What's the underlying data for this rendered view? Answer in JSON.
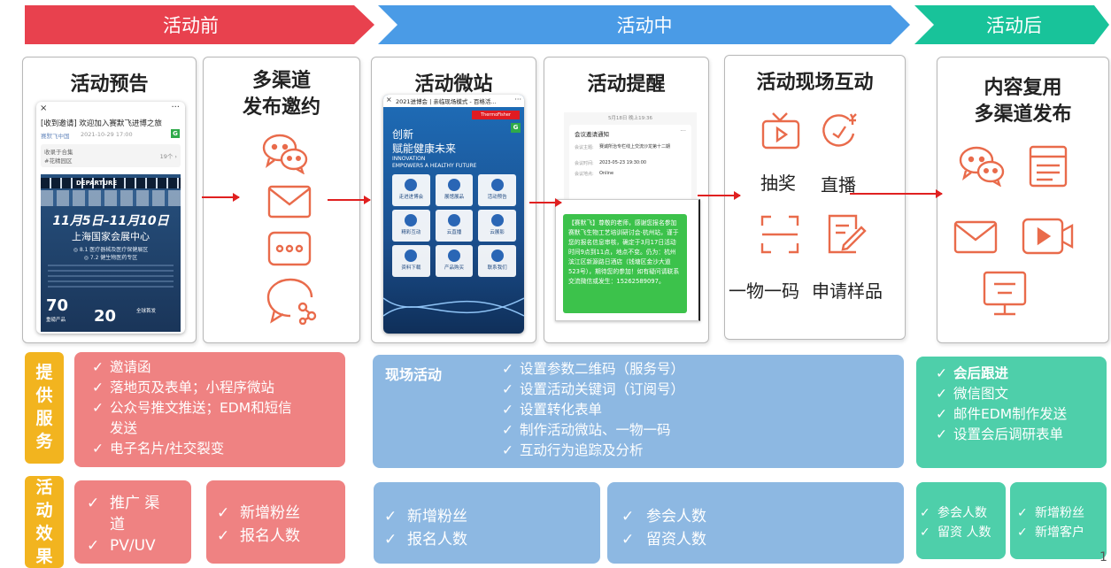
{
  "phases": {
    "before": "活动前",
    "during": "活动中",
    "after": "活动后"
  },
  "colors": {
    "red": "#e8414e",
    "blue": "#4a9be6",
    "green": "#18c39a",
    "icon": "#e96b4b",
    "service_red": "#ef8282",
    "service_blue": "#8db8e2",
    "service_green": "#4ecfaa",
    "label_yellow": "#f2b41f"
  },
  "panels": {
    "preview": {
      "title": "活动预告",
      "mock": {
        "close": "×",
        "more": "···",
        "headline": "[收到邀请] 欢迎加入赛默飞进博之旅",
        "author": "赛默飞中国",
        "date": "2021-10-29 17:00",
        "collection": "收录于合集",
        "tag": "#花精园区",
        "count": "19个 ›",
        "poster_title": "11月5日–11月10日",
        "poster_venue": "上海国家会展中心",
        "booth1": "◎ 8.1 医疗器械及医疗保健展区",
        "booth2": "◎ 7.2 健生物医药专区",
        "stat1": "70",
        "stat1_label": "重磅产品",
        "stat2": "20",
        "stat2_label": "全球首发",
        "banner": "DEPARTURE"
      }
    },
    "channels": {
      "title_line1": "多渠道",
      "title_line2": "发布邀约"
    },
    "microsite": {
      "title": "活动微站",
      "mock": {
        "close": "×",
        "header": "2021进博会 | 亲临现场模式 - 百格活...",
        "more": "···",
        "brand": "ThermoFisher",
        "slogan1": "创新",
        "slogan2": "赋能健康未来",
        "en1": "INNOVATION",
        "en2": "EMPOWERS A HEALTHY FUTURE",
        "buttons": [
          "走进进博会",
          "展馆展品",
          "活动预告",
          "精彩互动",
          "云直播",
          "云展影",
          "资料下载",
          "产品购买",
          "联系我们"
        ]
      }
    },
    "reminder": {
      "title": "活动提醒",
      "mock": {
        "time": "5月18日 晚上19:36",
        "card_title": "会议邀请通知",
        "more": "···",
        "topic_label": "会议主题:",
        "topic": "赛诚所治专栏线上交流沙龙第十二期",
        "time_label": "会议时间:",
        "meeting_time": "2023-05-23 19:30:00",
        "place_label": "会议地点:",
        "place": "Online",
        "sms": "【赛默飞】尊敬的老师，感谢您报名参加赛默飞生物工艺培训研讨会·杭州站，谨于您的报名信息审核，确定于3月17日活动时间9点到11点，地点不变。仍为：杭州滨江区新源路日酒店（钱塘区金沙大道523号），期待您的参加！如有疑问请联系交流微信或发生：15262589097。"
      }
    },
    "onsite": {
      "title": "活动现场互动",
      "labels": [
        "抽奖",
        "直播",
        "一物一码",
        "申请样品"
      ]
    },
    "reuse": {
      "title_line1": "内容复用",
      "title_line2": "多渠道发布"
    }
  },
  "services": {
    "label": [
      "提",
      "供",
      "服",
      "务"
    ],
    "before": [
      "邀请函",
      "落地页及表单；小程序微站",
      "公众号推文推送；EDM和短信",
      "发送",
      "电子名片/社交裂变"
    ],
    "during_label": "现场活动",
    "during": [
      "设置参数二维码（服务号）",
      "设置活动关键词（订阅号）",
      "设置转化表单",
      "制作活动微站、一物一码",
      "互动行为追踪及分析"
    ],
    "after_bold": "会后跟进",
    "after": [
      "微信图文",
      "邮件EDM制作发送",
      "设置会后调研表单"
    ]
  },
  "effects": {
    "label": [
      "活",
      "动",
      "效",
      "果"
    ],
    "box1": [
      "推广 渠",
      "道",
      "PV/UV"
    ],
    "box2": [
      "新增粉丝",
      "报名人数"
    ],
    "box3": [
      "新增粉丝",
      "报名人数"
    ],
    "box4": [
      "参会人数",
      "留资人数"
    ],
    "box5": [
      "参会人数",
      "留资 人数"
    ],
    "box6": [
      "新增粉丝",
      "新增客户"
    ]
  },
  "check": "✓",
  "page_number": "1"
}
